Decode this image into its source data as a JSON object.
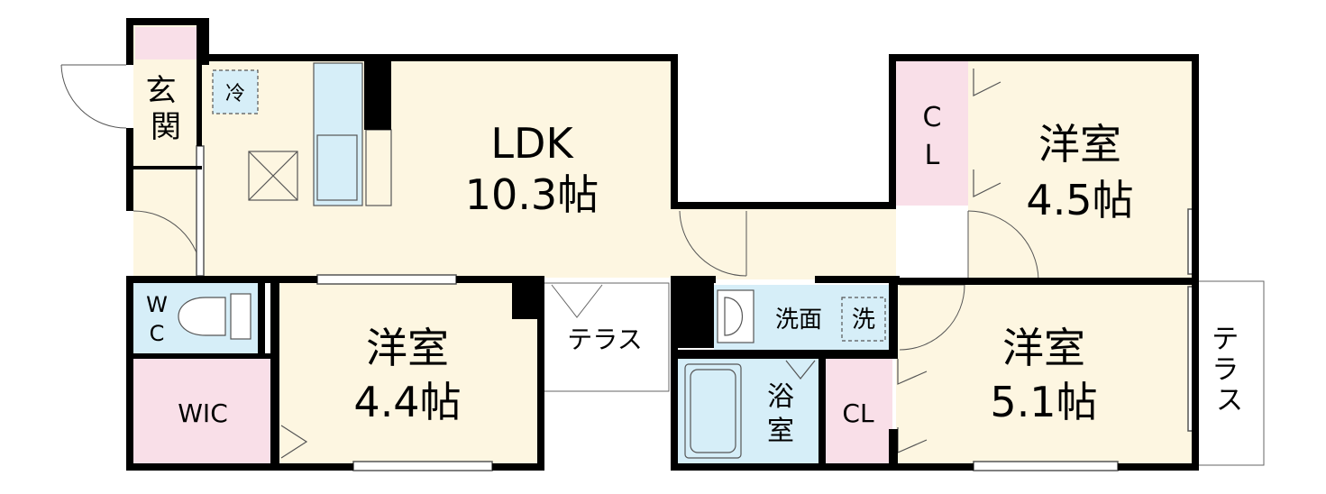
{
  "colors": {
    "room": "#fdf6e1",
    "closet": "#f9dfe8",
    "wet": "#d6eef8",
    "wall": "#000000",
    "outdoor": "#ffffff"
  },
  "rooms": {
    "genkan": {
      "label": "玄関"
    },
    "ldk": {
      "label": "LDK",
      "size": "10.3帖"
    },
    "fridge": {
      "label": "冷"
    },
    "wc": {
      "label_top": "W",
      "label_bottom": "C"
    },
    "wic": {
      "label": "WIC"
    },
    "yoshitsu_center": {
      "label": "洋室",
      "size": "4.4帖"
    },
    "terrace_center": {
      "label": "テラス"
    },
    "senmen": {
      "label": "洗面"
    },
    "washer": {
      "label": "洗"
    },
    "bath": {
      "label_top": "浴",
      "label_bottom": "室"
    },
    "cl_bottom": {
      "label": "CL"
    },
    "yoshitsu_bottom_right": {
      "label": "洋室",
      "size": "5.1帖"
    },
    "cl_top": {
      "label_top": "C",
      "label_bottom": "L"
    },
    "yoshitsu_top_right": {
      "label": "洋室",
      "size": "4.5帖"
    },
    "terrace_right": {
      "label": "テラス"
    }
  }
}
